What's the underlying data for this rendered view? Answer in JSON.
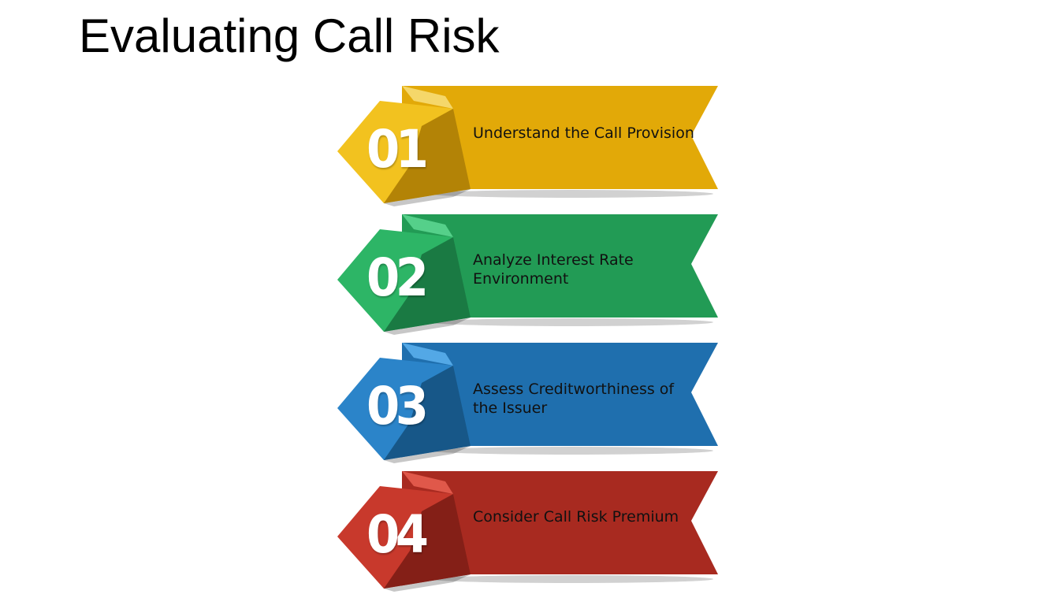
{
  "title": "Evaluating Call Risk",
  "steps": [
    {
      "number": "01",
      "text": "Understand the Call Provision",
      "color": "#E2A908",
      "light": "#F2C21F",
      "dark": "#B38306",
      "fold": "#F5D76A"
    },
    {
      "number": "02",
      "text": "Analyze Interest Rate Environment",
      "color": "#229B55",
      "light": "#2DB566",
      "dark": "#1A7A43",
      "fold": "#55D08A"
    },
    {
      "number": "03",
      "text": "Assess Creditworthiness of the Issuer",
      "color": "#1F6FAE",
      "light": "#2B84C9",
      "dark": "#175788",
      "fold": "#53A8E6"
    },
    {
      "number": "04",
      "text": "Consider Call Risk Premium",
      "color": "#A82A20",
      "light": "#C8392C",
      "dark": "#841F17",
      "fold": "#E0584A"
    }
  ]
}
